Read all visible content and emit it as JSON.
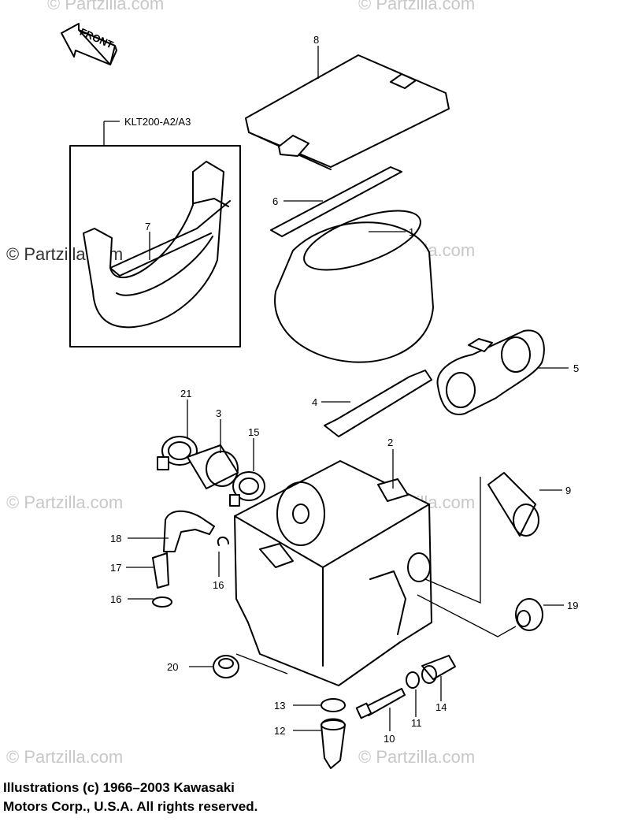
{
  "front_arrow": {
    "label": "FRONT",
    "icon": "front-arrow-icon"
  },
  "variant_label": "KLT200-A2/A3",
  "watermark": "© Partzilla.com",
  "callouts": {
    "p1": "1",
    "p2": "2",
    "p3": "3",
    "p4": "4",
    "p5": "5",
    "p6": "6",
    "p7": "7",
    "p8": "8",
    "p9": "9",
    "p10": "10",
    "p11": "11",
    "p12": "12",
    "p13": "13",
    "p14": "14",
    "p15": "15",
    "p16a": "16",
    "p16b": "16",
    "p17": "17",
    "p18": "18",
    "p19": "19",
    "p20": "20",
    "p21": "21"
  },
  "copyright": {
    "line1": "Illustrations (c) 1966–2003 Kawasaki",
    "line2": "Motors Corp., U.S.A.  All rights reserved."
  }
}
